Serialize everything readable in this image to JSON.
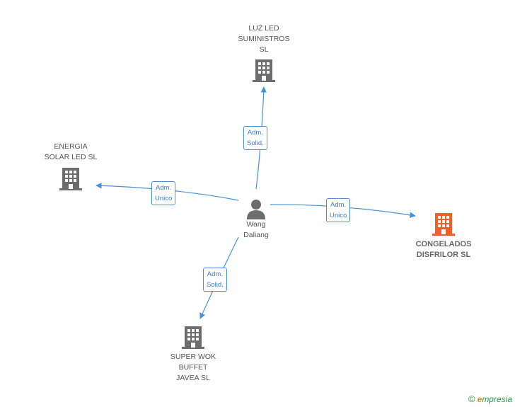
{
  "nodes": {
    "center": {
      "label": "Wang\nDaliang"
    },
    "luz": {
      "label": "LUZ LED\nSUMINISTROS\nSL"
    },
    "energia": {
      "label": "ENERGIA\nSOLAR LED SL"
    },
    "congelados": {
      "label": "CONGELADOS\nDISFRILOR  SL"
    },
    "superwok": {
      "label": "SUPER WOK\nBUFFET\nJAVEA SL"
    }
  },
  "edges": {
    "luz": {
      "label": "Adm.\nSolid."
    },
    "energia": {
      "label": "Adm.\nUnico"
    },
    "congelados": {
      "label": "Adm.\nUnico"
    },
    "superwok": {
      "label": "Adm.\nSolid."
    }
  },
  "footer": {
    "copyright": "©",
    "brand_e": "e",
    "brand_rest": "mpresia"
  },
  "colors": {
    "edge": "#4a90d9",
    "company": "#6d6d6d",
    "highlight": "#f0602a",
    "person": "#6d6d6d"
  }
}
